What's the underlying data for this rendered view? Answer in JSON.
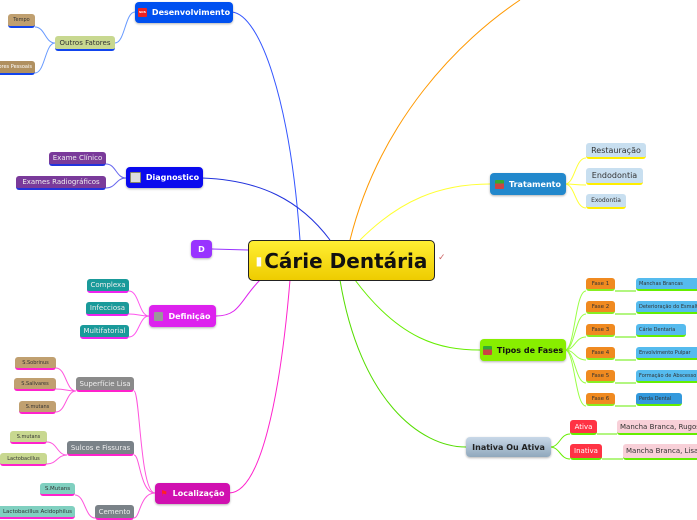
{
  "central": {
    "title": "Cárie Dentária"
  },
  "desenvolvimento": {
    "label": "Desenvolvimento",
    "icon_text": "SOS",
    "outros": {
      "label": "Outros Fatores",
      "children": [
        "Tempo",
        "Fatores Pessoais"
      ]
    }
  },
  "diagnostico": {
    "label": "Diagnostico",
    "children": [
      "Exame Clínico",
      "Exames Radiográficos"
    ]
  },
  "d": {
    "label": "D"
  },
  "definicao": {
    "label": "Definição",
    "children": [
      "Complexa",
      "Infecciosa",
      "Multifatorial"
    ]
  },
  "localizacao": {
    "label": "Localização",
    "superficie": {
      "label": "Superfície Lisa",
      "children": [
        "S.Sobrinus",
        "S.Salivares",
        "S.mutans"
      ]
    },
    "sulcos": {
      "label": "Sulcos e Fissuras",
      "children": [
        "S.mutans",
        "Lactobacillus"
      ]
    },
    "cemento": {
      "label": "Cemento",
      "children": [
        "S.Mutans",
        "Lactobacillus Acidophilus"
      ]
    }
  },
  "tratamento": {
    "label": "Tratamento",
    "children": [
      "Restauração",
      "Endodontia",
      "Exodontia"
    ]
  },
  "fases": {
    "label": "Tipos de Fases",
    "items": [
      {
        "fase": "Fase 1",
        "desc": "Manchas Brancas"
      },
      {
        "fase": "Fase 2",
        "desc": "Deterioração do Esmalte"
      },
      {
        "fase": "Fase 3",
        "desc": "Cárie Dentaria"
      },
      {
        "fase": "Fase 4",
        "desc": "Envolvimento Pulpar"
      },
      {
        "fase": "Fase 5",
        "desc": "Formação de Abscesso"
      },
      {
        "fase": "Fase 6",
        "desc": "Perda Dental"
      }
    ]
  },
  "atividade": {
    "label": "Inativa Ou Ativa",
    "items": [
      {
        "label": "Ativa",
        "desc": "Mancha Branca, Rugosa"
      },
      {
        "label": "Inativa",
        "desc": "Mancha Branca, Lisa e"
      }
    ]
  }
}
